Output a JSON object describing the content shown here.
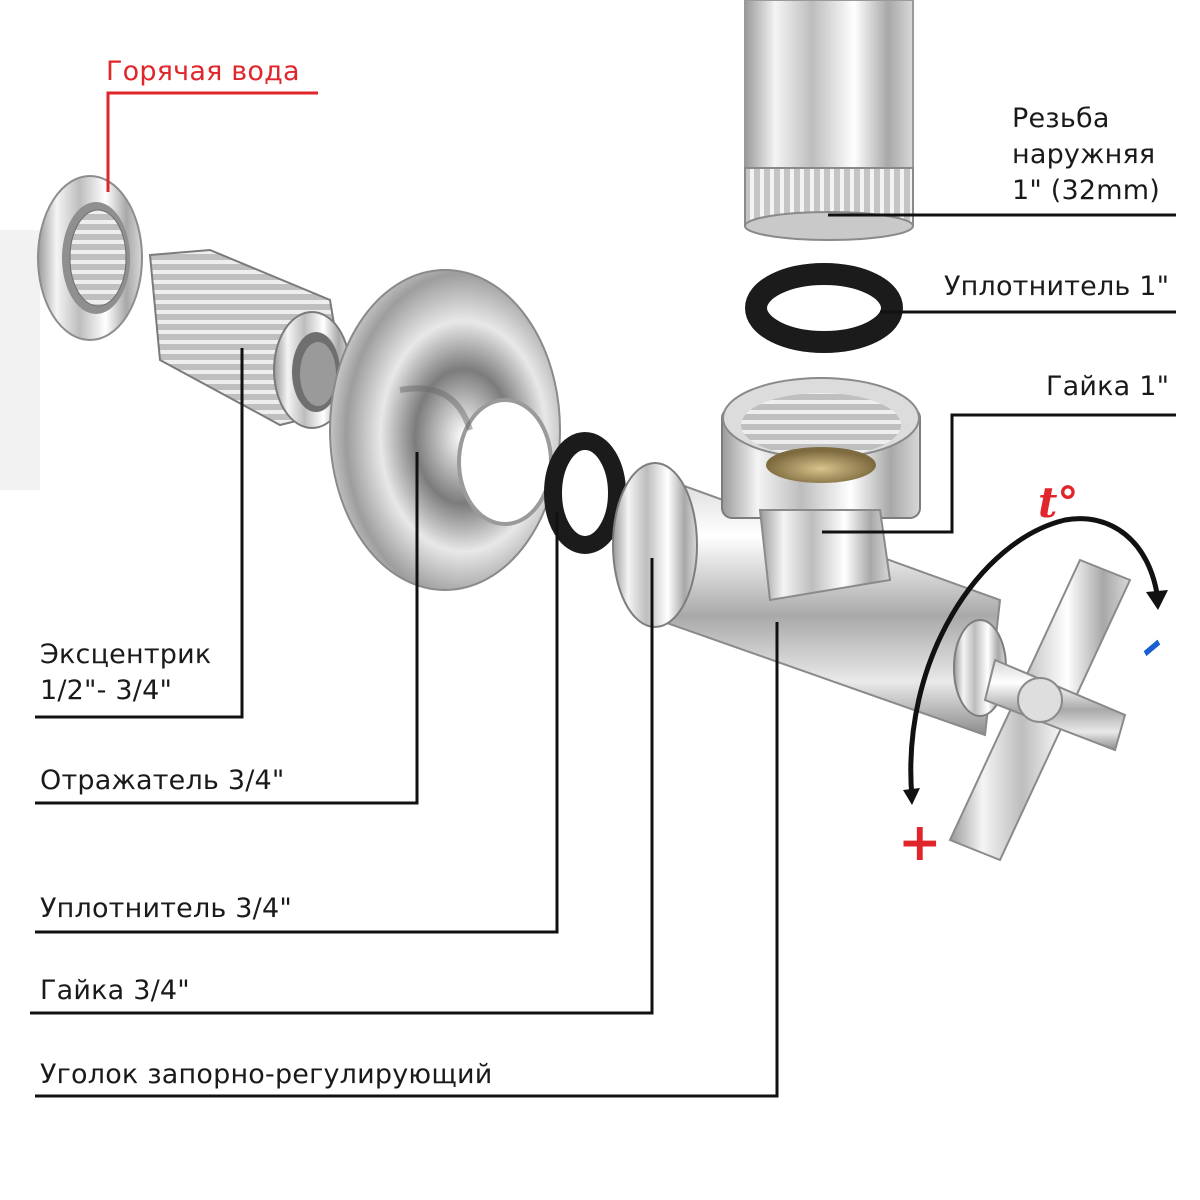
{
  "colors": {
    "hot": "#e0262b",
    "cold": "#1a5fd0",
    "leader": "#111111",
    "chrome_light": "#f2f2f2",
    "chrome_dark": "#8a8a8a",
    "rubber": "#1b1b1b",
    "brass": "#b9a06a"
  },
  "labels": {
    "hot_water": "Горячая вода",
    "thread_line1": "Резьба",
    "thread_line2": "наружняя",
    "thread_line3": "1\" (32mm)",
    "seal_1": "Уплотнитель 1\"",
    "nut_1": "Гайка 1\"",
    "eccentric_line1": "Эксцентрик",
    "eccentric_line2": "1/2\"- 3/4\"",
    "reflector": "Отражатель 3/4\"",
    "seal_34": "Уплотнитель 3/4\"",
    "nut_34": "Гайка 3/4\"",
    "angle_valve": "Уголок запорно-регулирующий"
  },
  "markers": {
    "temperature": "t°",
    "plus": "+",
    "minus": "–"
  },
  "icons": [
    "rotation-arrow-icon",
    "temperature-icon",
    "plus-icon",
    "minus-icon"
  ]
}
